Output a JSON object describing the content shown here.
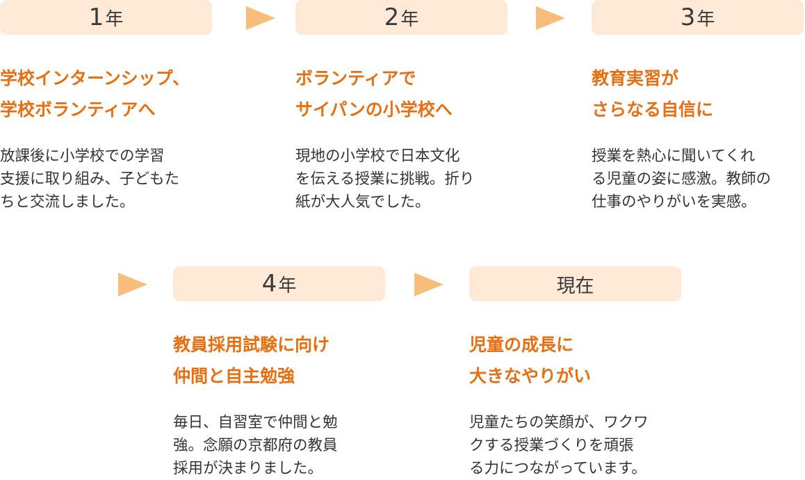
{
  "colors": {
    "pill_background": "#fde9d6",
    "headline": "#e66f12",
    "arrow": "#f7bd7a",
    "body_text": "#333333"
  },
  "steps": [
    {
      "year_num": "1",
      "year_unit": "年",
      "headline": [
        "学校インターンシップ、",
        "学校ボランティアへ"
      ],
      "body": [
        "放課後に小学校での学習",
        "支援に取り組み、子どもた",
        "ちと交流しました。"
      ]
    },
    {
      "year_num": "2",
      "year_unit": "年",
      "headline": [
        "ボランティアで",
        "サイパンの小学校へ"
      ],
      "body": [
        "現地の小学校で日本文化",
        "を伝える授業に挑戦。折り",
        "紙が大人気でした。"
      ]
    },
    {
      "year_num": "3",
      "year_unit": "年",
      "headline": [
        "教育実習が",
        "さらなる自信に"
      ],
      "body": [
        "授業を熱心に聞いてくれ",
        "る児童の姿に感激。教師の",
        "仕事のやりがいを実感。"
      ]
    },
    {
      "year_num": "4",
      "year_unit": "年",
      "headline": [
        "教員採用試験に向け",
        "仲間と自主勉強"
      ],
      "body": [
        "毎日、自習室で仲間と勉",
        "強。念願の京都府の教員",
        "採用が決まりました。"
      ]
    },
    {
      "year_label": "現在",
      "headline": [
        "児童の成長に",
        "大きなやりがい"
      ],
      "body": [
        "児童たちの笑顔が、ワクワ",
        "クする授業づくりを頑張",
        "る力につながっています。"
      ]
    }
  ]
}
